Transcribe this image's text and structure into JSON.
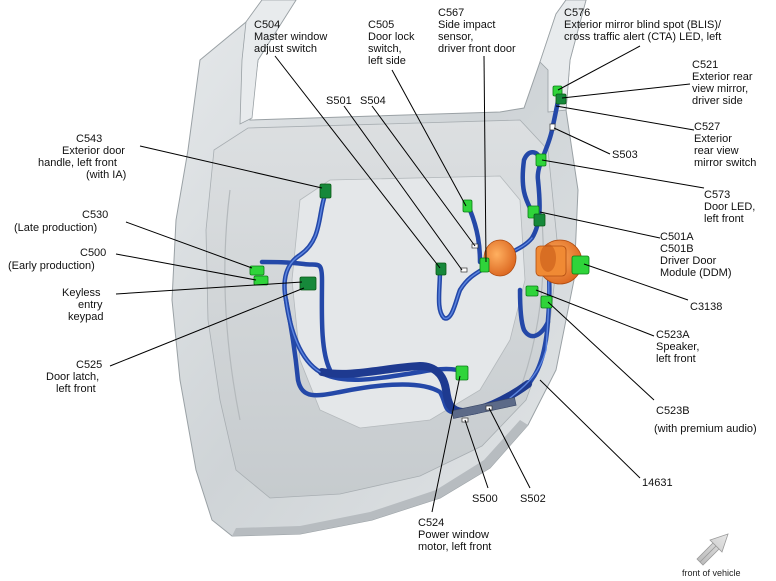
{
  "labels": {
    "c504": "C504",
    "c504_l1": "Master window",
    "c504_l2": "adjust switch",
    "c505": "C505",
    "c505_l1": "Door lock",
    "c505_l2": "switch,",
    "c505_l3": "left side",
    "c567": "C567",
    "c567_l1": "Side impact",
    "c567_l2": "sensor,",
    "c567_l3": "driver front door",
    "c576": "C576",
    "c576_l1": "Exterior mirror blind spot (BLIS)/",
    "c576_l2": "cross traffic alert (CTA) LED, left",
    "c521": "C521",
    "c521_l1": "Exterior rear",
    "c521_l2": "view mirror,",
    "c521_l3": "driver side",
    "s501": "S501",
    "s504": "S504",
    "c527": "C527",
    "c527_l1": "Exterior",
    "c527_l2": "rear view",
    "c527_l3": "mirror switch",
    "s503": "S503",
    "c543": "C543",
    "c543_l1": "Exterior door",
    "c543_l2": "handle, left front",
    "c543_l3": "(with IA)",
    "c573": "C573",
    "c573_l1": "Door LED,",
    "c573_l2": "left front",
    "c530": "C530",
    "c530_l1": "(Late production)",
    "c501a": "C501A",
    "c501b": "C501B",
    "c501_l1": "Driver Door",
    "c501_l2": "Module (DDM)",
    "c500": "C500",
    "c500_l1": "(Early production)",
    "keyless_l1": "Keyless",
    "keyless_l2": "entry",
    "keyless_l3": "keypad",
    "c3138": "C3138",
    "c523a": "C523A",
    "c523a_l1": "Speaker,",
    "c523a_l2": "left front",
    "c525": "C525",
    "c525_l1": "Door latch,",
    "c525_l2": "left front",
    "c523b": "C523B",
    "c523b_l1": "(with premium audio)",
    "n14631": "14631",
    "s500": "S500",
    "s502": "S502",
    "c524": "C524",
    "c524_l1": "Power window",
    "c524_l2": "motor, left front",
    "front_of_vehicle": "front of vehicle"
  },
  "colors": {
    "door_panel": "#d6dadd",
    "harness": "#2448a8",
    "connector": "#2fd43a",
    "module": "#e8781e"
  },
  "icons": {
    "direction": "arrow-up-right-icon"
  }
}
